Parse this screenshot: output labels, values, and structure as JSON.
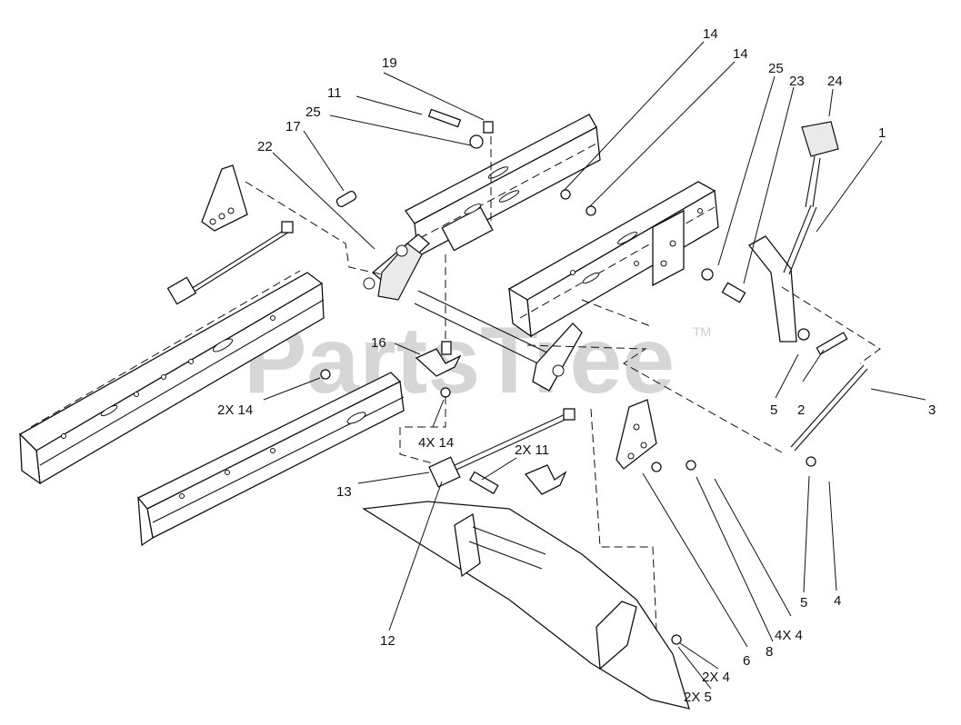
{
  "watermark": {
    "text": "PartsTree",
    "trademark": "TM"
  },
  "callouts": [
    {
      "id": "c-1",
      "text": "1"
    },
    {
      "id": "c-2",
      "text": "2"
    },
    {
      "id": "c-3",
      "text": "3"
    },
    {
      "id": "c-4",
      "text": "4"
    },
    {
      "id": "c-5a",
      "text": "5"
    },
    {
      "id": "c-5b",
      "text": "5"
    },
    {
      "id": "c-6",
      "text": "6"
    },
    {
      "id": "c-8",
      "text": "8"
    },
    {
      "id": "c-4x4",
      "text": "4X 4"
    },
    {
      "id": "c-2x4",
      "text": "2X 4"
    },
    {
      "id": "c-2x5",
      "text": "2X 5"
    },
    {
      "id": "c-11",
      "text": "11"
    },
    {
      "id": "c-2x11",
      "text": "2X 11"
    },
    {
      "id": "c-12",
      "text": "12"
    },
    {
      "id": "c-13",
      "text": "13"
    },
    {
      "id": "c-14a",
      "text": "14"
    },
    {
      "id": "c-14b",
      "text": "14"
    },
    {
      "id": "c-2x14",
      "text": "2X 14"
    },
    {
      "id": "c-4x14",
      "text": "4X 14"
    },
    {
      "id": "c-16",
      "text": "16"
    },
    {
      "id": "c-17",
      "text": "17"
    },
    {
      "id": "c-19",
      "text": "19"
    },
    {
      "id": "c-22",
      "text": "22"
    },
    {
      "id": "c-23",
      "text": "23"
    },
    {
      "id": "c-24",
      "text": "24"
    },
    {
      "id": "c-25a",
      "text": "25"
    },
    {
      "id": "c-25b",
      "text": "25"
    }
  ]
}
